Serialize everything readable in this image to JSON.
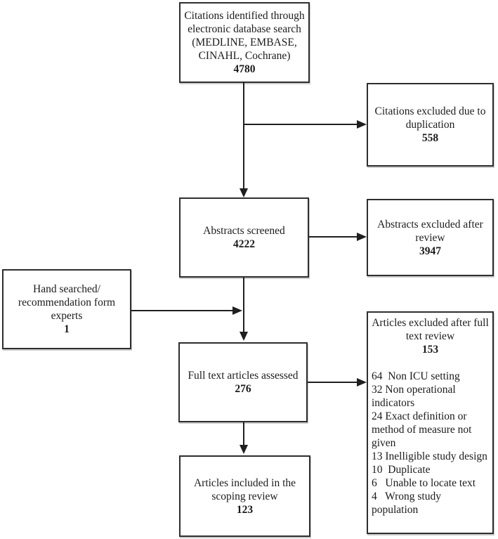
{
  "diagram": {
    "type": "study-selection-flowchart",
    "line_color": "#1f1f1f",
    "box_border_color": "#2e2e2e",
    "background_color": "#ffffff"
  },
  "boxes": {
    "citations_identified": {
      "label": "Citations identified through electronic database search (MEDLINE, EMBASE, CINAHL, Cochrane)",
      "count": "4780"
    },
    "citations_excluded": {
      "label": "Citations excluded due to duplication",
      "count": "558"
    },
    "abstracts_screened": {
      "label": "Abstracts screened",
      "count": "4222"
    },
    "abstracts_excluded": {
      "label": "Abstracts excluded after review",
      "count": "3947"
    },
    "hand_searched": {
      "label": "Hand searched/ recommendation form experts",
      "count": "1"
    },
    "full_text_assessed": {
      "label": "Full text articles assessed",
      "count": "276"
    },
    "articles_excluded": {
      "label": "Articles excluded after full text review",
      "count": "153",
      "reasons": [
        "64  Non ICU setting",
        "32 Non operational indicators",
        "24 Exact definition or method of measure not given",
        "13 Inelligible study design",
        "10  Duplicate",
        "6   Unable to locate text",
        "4   Wrong study population"
      ]
    },
    "articles_included": {
      "label": "Articles included in the scoping review",
      "count": "123"
    }
  }
}
